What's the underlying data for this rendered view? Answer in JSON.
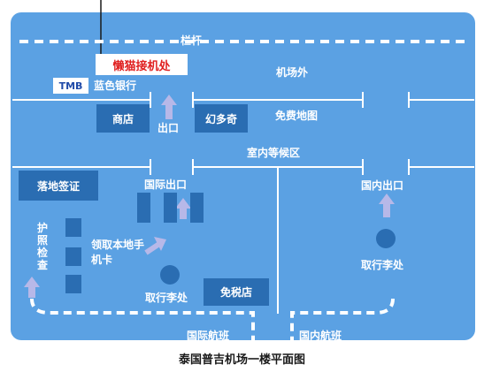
{
  "map": {
    "labels": {
      "railing": "栏杆",
      "lazada": "懒猫接机处",
      "bank_logo": "TMB",
      "bank": "蓝色银行",
      "outside": "机场外",
      "shop": "商店",
      "exit_main": "出口",
      "siam": "幻多奇",
      "free_map": "免费地图",
      "waiting": "室内等候区",
      "visa": "落地签证",
      "intl_exit": "国际出口",
      "dom_exit": "国内出口",
      "passport_check": "护照检查",
      "sim": "领取本地手机卡",
      "baggage_intl": "取行李处",
      "duty_free": "免税店",
      "baggage_dom": "取行李处",
      "intl_flight": "国际航班",
      "dom_flight": "国内航班"
    },
    "colors": {
      "background": "#5ba1e3",
      "block": "#2a6db2",
      "arrow": "#b7b8e8",
      "highlight": "#e02020"
    }
  },
  "caption": "泰国普吉机场一楼平面图"
}
